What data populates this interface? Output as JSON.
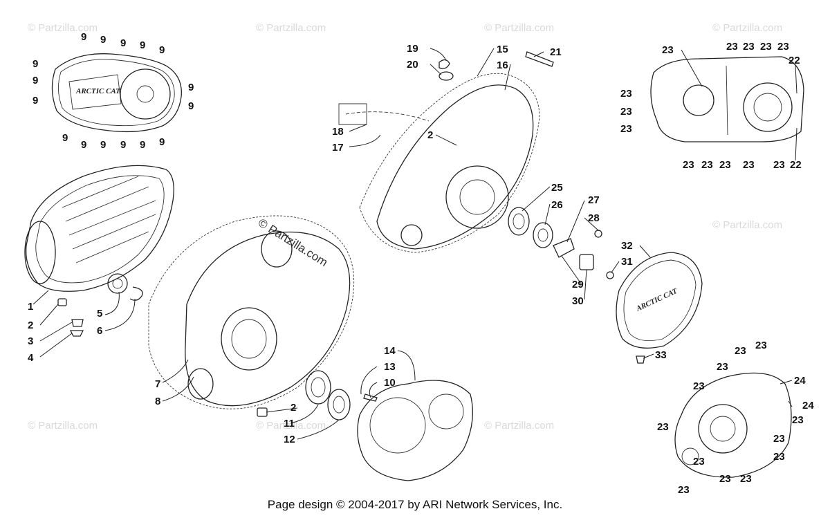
{
  "watermark": "© Partzilla.com",
  "brand_logo": "ARCTIC CAT",
  "footer_text": "Page design © 2004-2017 by ARI Network Services, Inc.",
  "callouts": [
    "1",
    "2",
    "3",
    "4",
    "5",
    "6",
    "7",
    "8",
    "9",
    "10",
    "11",
    "12",
    "13",
    "14",
    "15",
    "16",
    "17",
    "18",
    "19",
    "20",
    "21",
    "22",
    "23",
    "24",
    "25",
    "26",
    "27",
    "28",
    "29",
    "30",
    "31",
    "32",
    "33"
  ]
}
